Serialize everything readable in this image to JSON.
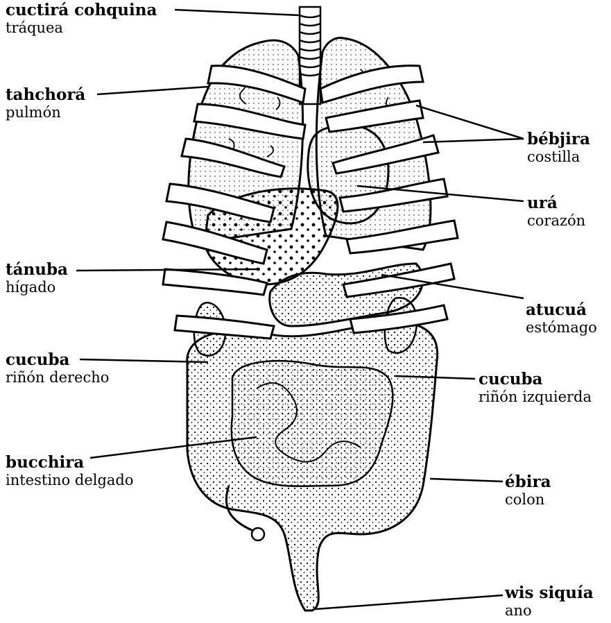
{
  "labels": [
    {
      "id": "traquea",
      "term": "cuctirá cohquina",
      "gloss": "tráquea"
    },
    {
      "id": "pulmon",
      "term": "tahchorá",
      "gloss": "pulmón"
    },
    {
      "id": "costilla",
      "term": "bébjira",
      "gloss": "costilla"
    },
    {
      "id": "corazon",
      "term": "urá",
      "gloss": "corazón"
    },
    {
      "id": "higado",
      "term": "tánuba",
      "gloss": "hígado"
    },
    {
      "id": "estomago",
      "term": "atucuá",
      "gloss": "estómago"
    },
    {
      "id": "rinon-derecho",
      "term": "cucuba",
      "gloss": "riñón derecho"
    },
    {
      "id": "rinon-izquierda",
      "term": "cucuba",
      "gloss": "riñón izquierda"
    },
    {
      "id": "intestino",
      "term": "bucchira",
      "gloss": "intestino delgado"
    },
    {
      "id": "colon",
      "term": "ébira",
      "gloss": "colon"
    },
    {
      "id": "ano",
      "term": "wis siquía",
      "gloss": "ano"
    }
  ]
}
